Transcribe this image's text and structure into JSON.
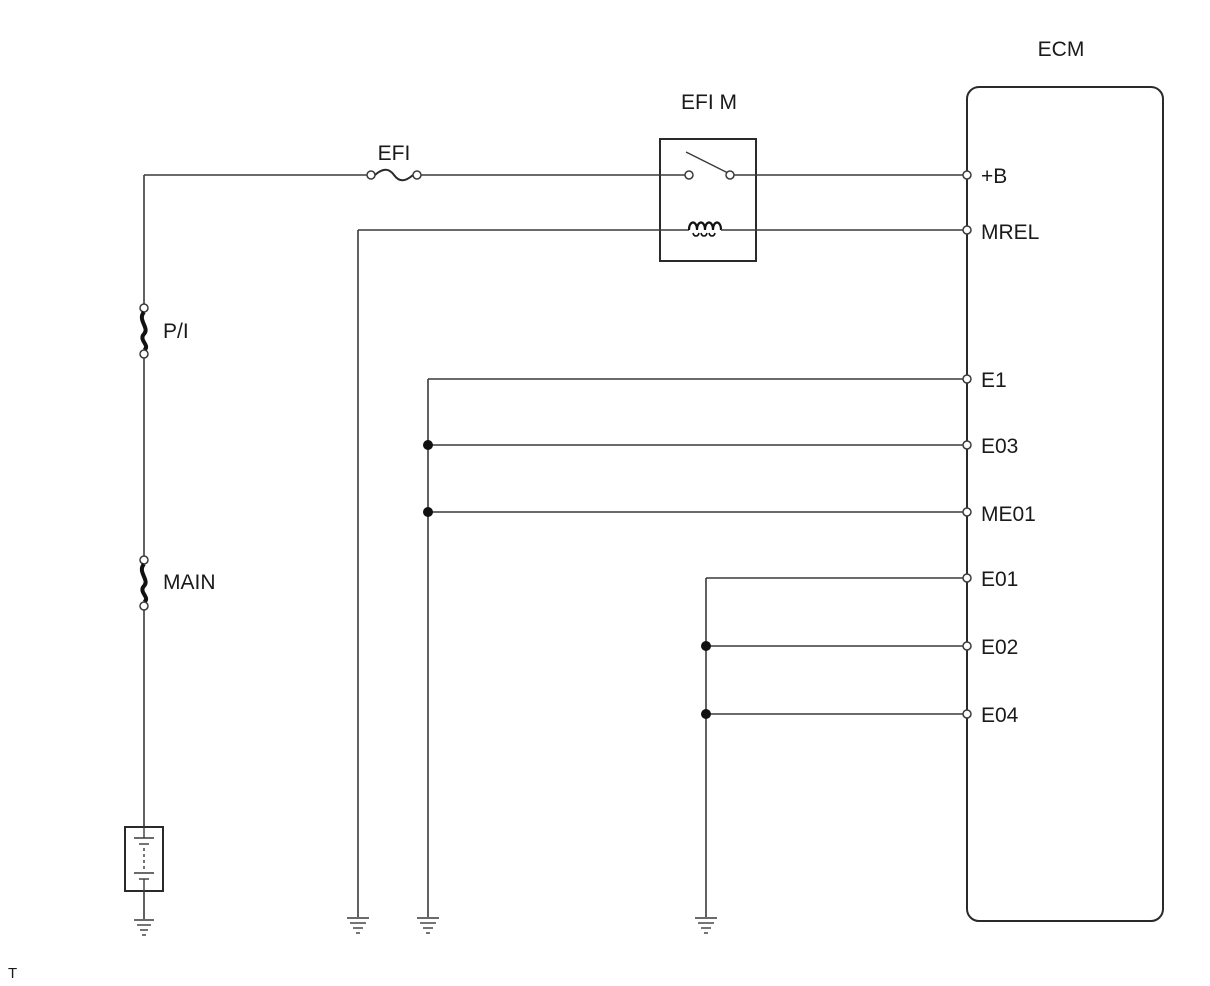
{
  "components": {
    "ecm": {
      "label": "ECM"
    },
    "efi_m_relay": {
      "label": "EFI M"
    },
    "efi_fuse": {
      "label": "EFI"
    },
    "pi_fusible_link": {
      "label": "P/I"
    },
    "main_fusible_link": {
      "label": "MAIN"
    }
  },
  "ecm_terminals": [
    "+B",
    "MREL",
    "E1",
    "E03",
    "ME01",
    "E01",
    "E02",
    "E04"
  ],
  "footer": {
    "code": "T"
  }
}
